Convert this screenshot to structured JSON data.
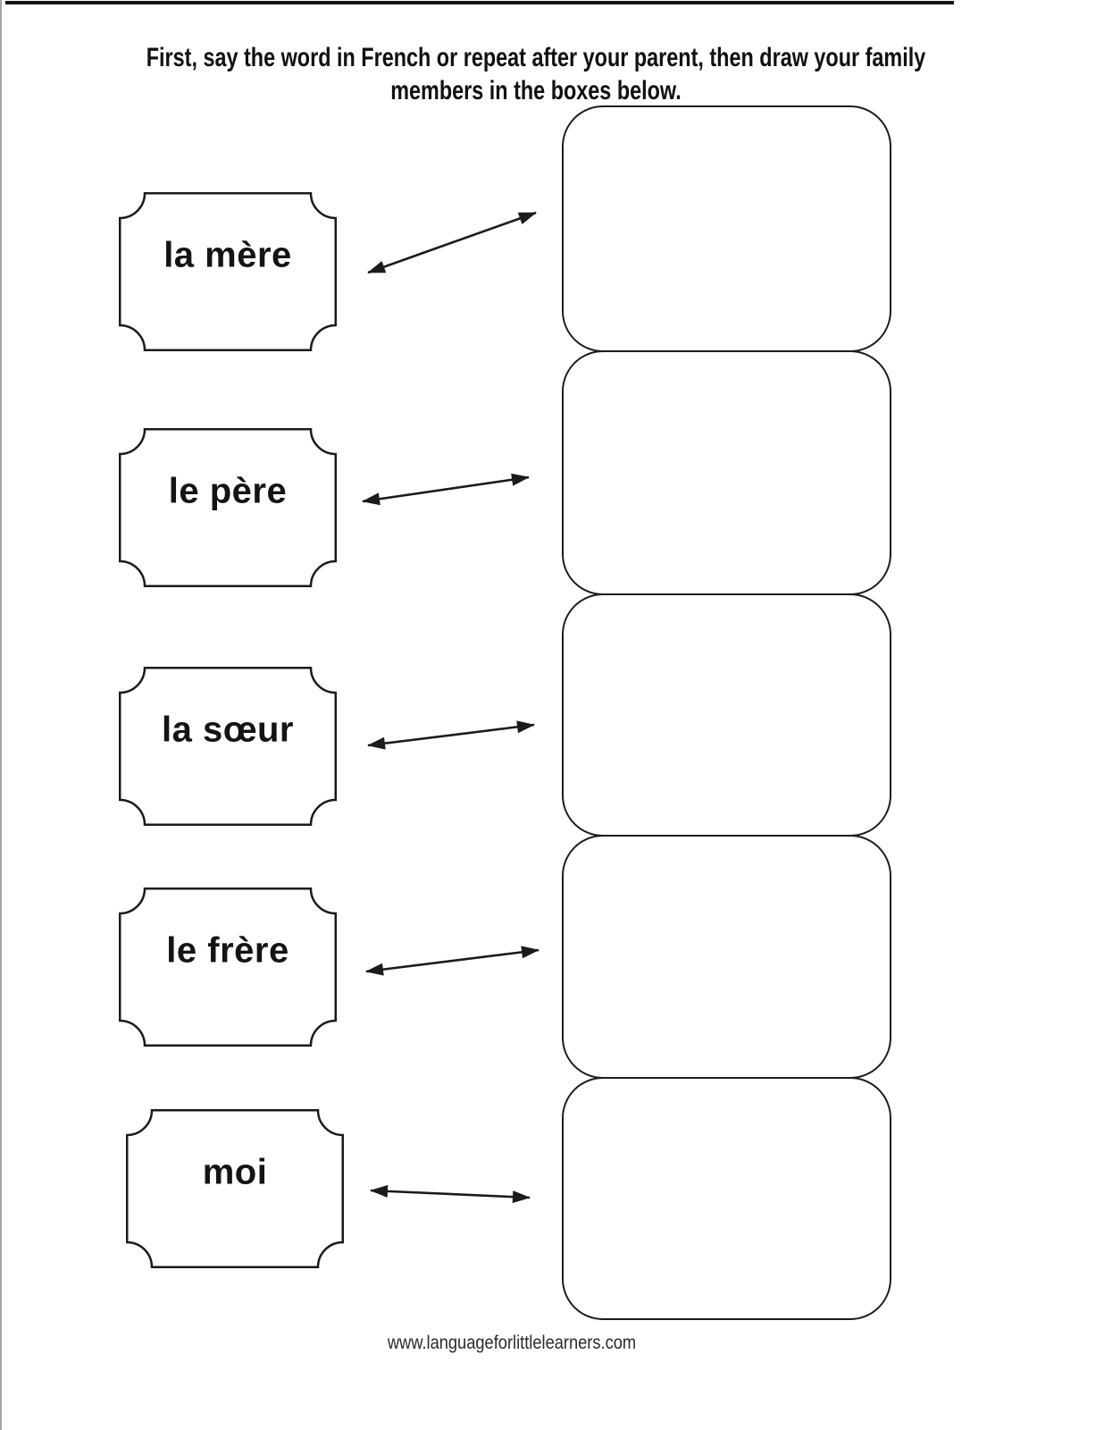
{
  "worksheet": {
    "instructions": {
      "line1": "First, say the word in French or repeat after your parent, then draw your family",
      "line2": "members in the boxes below."
    },
    "vocabulary": [
      {
        "label": "la mère"
      },
      {
        "label": "le père"
      },
      {
        "label": "la sœur"
      },
      {
        "label": "le frère"
      },
      {
        "label": "moi"
      }
    ],
    "connectors": [
      {
        "from": "la mère",
        "to": "drawing-box-1",
        "style": "double-headed-arrow"
      },
      {
        "from": "le père",
        "to": "drawing-box-2",
        "style": "double-headed-arrow"
      },
      {
        "from": "la sœur",
        "to": "drawing-box-3",
        "style": "double-headed-arrow"
      },
      {
        "from": "le frère",
        "to": "drawing-box-4",
        "style": "double-headed-arrow"
      },
      {
        "from": "moi",
        "to": "drawing-box-5",
        "style": "double-headed-arrow"
      }
    ],
    "footer": {
      "url_text": "www.languageforlittlelearners.com"
    },
    "colors": {
      "ink": "#1b1b1b",
      "background": "#ffffff",
      "scan_edge_gray": "#a6a6a6"
    }
  }
}
